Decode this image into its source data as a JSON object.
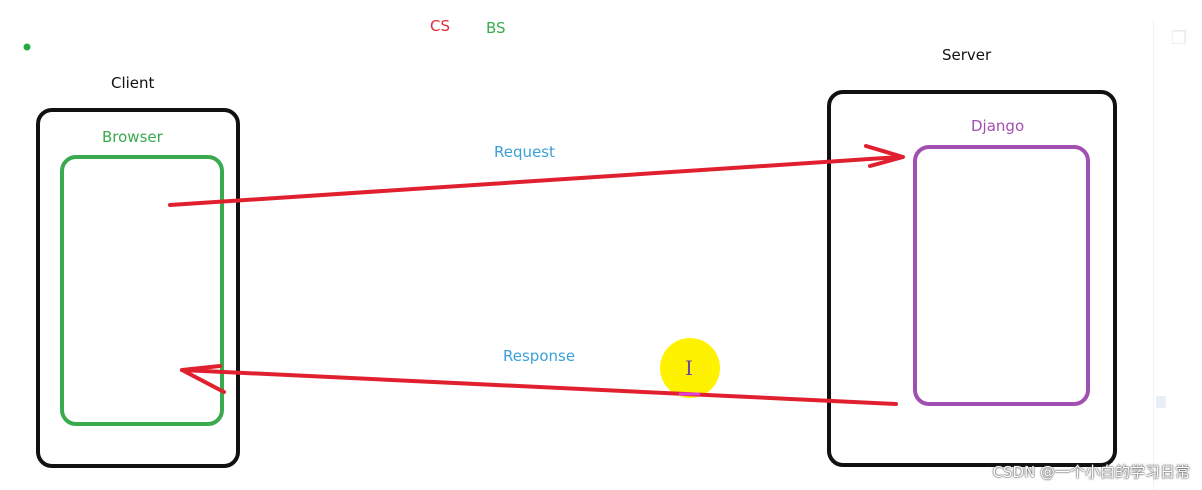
{
  "labels": {
    "cs": "CS",
    "bs": "BS",
    "client": "Client",
    "browser": "Browser",
    "server": "Server",
    "django": "Django",
    "request": "Request",
    "response": "Response",
    "cursor": "I"
  },
  "watermark": "CSDN @一个小白的学习日常",
  "colors": {
    "cs": "#e0293a",
    "bs": "#3aaa4f",
    "browser": "#3aaa4f",
    "django": "#a050b0",
    "request": "#3aa0d6",
    "response": "#3aa0d6",
    "arrow": "#e0202e",
    "box": "#111111",
    "highlight": "#fff200",
    "dot": "#22aa44"
  }
}
